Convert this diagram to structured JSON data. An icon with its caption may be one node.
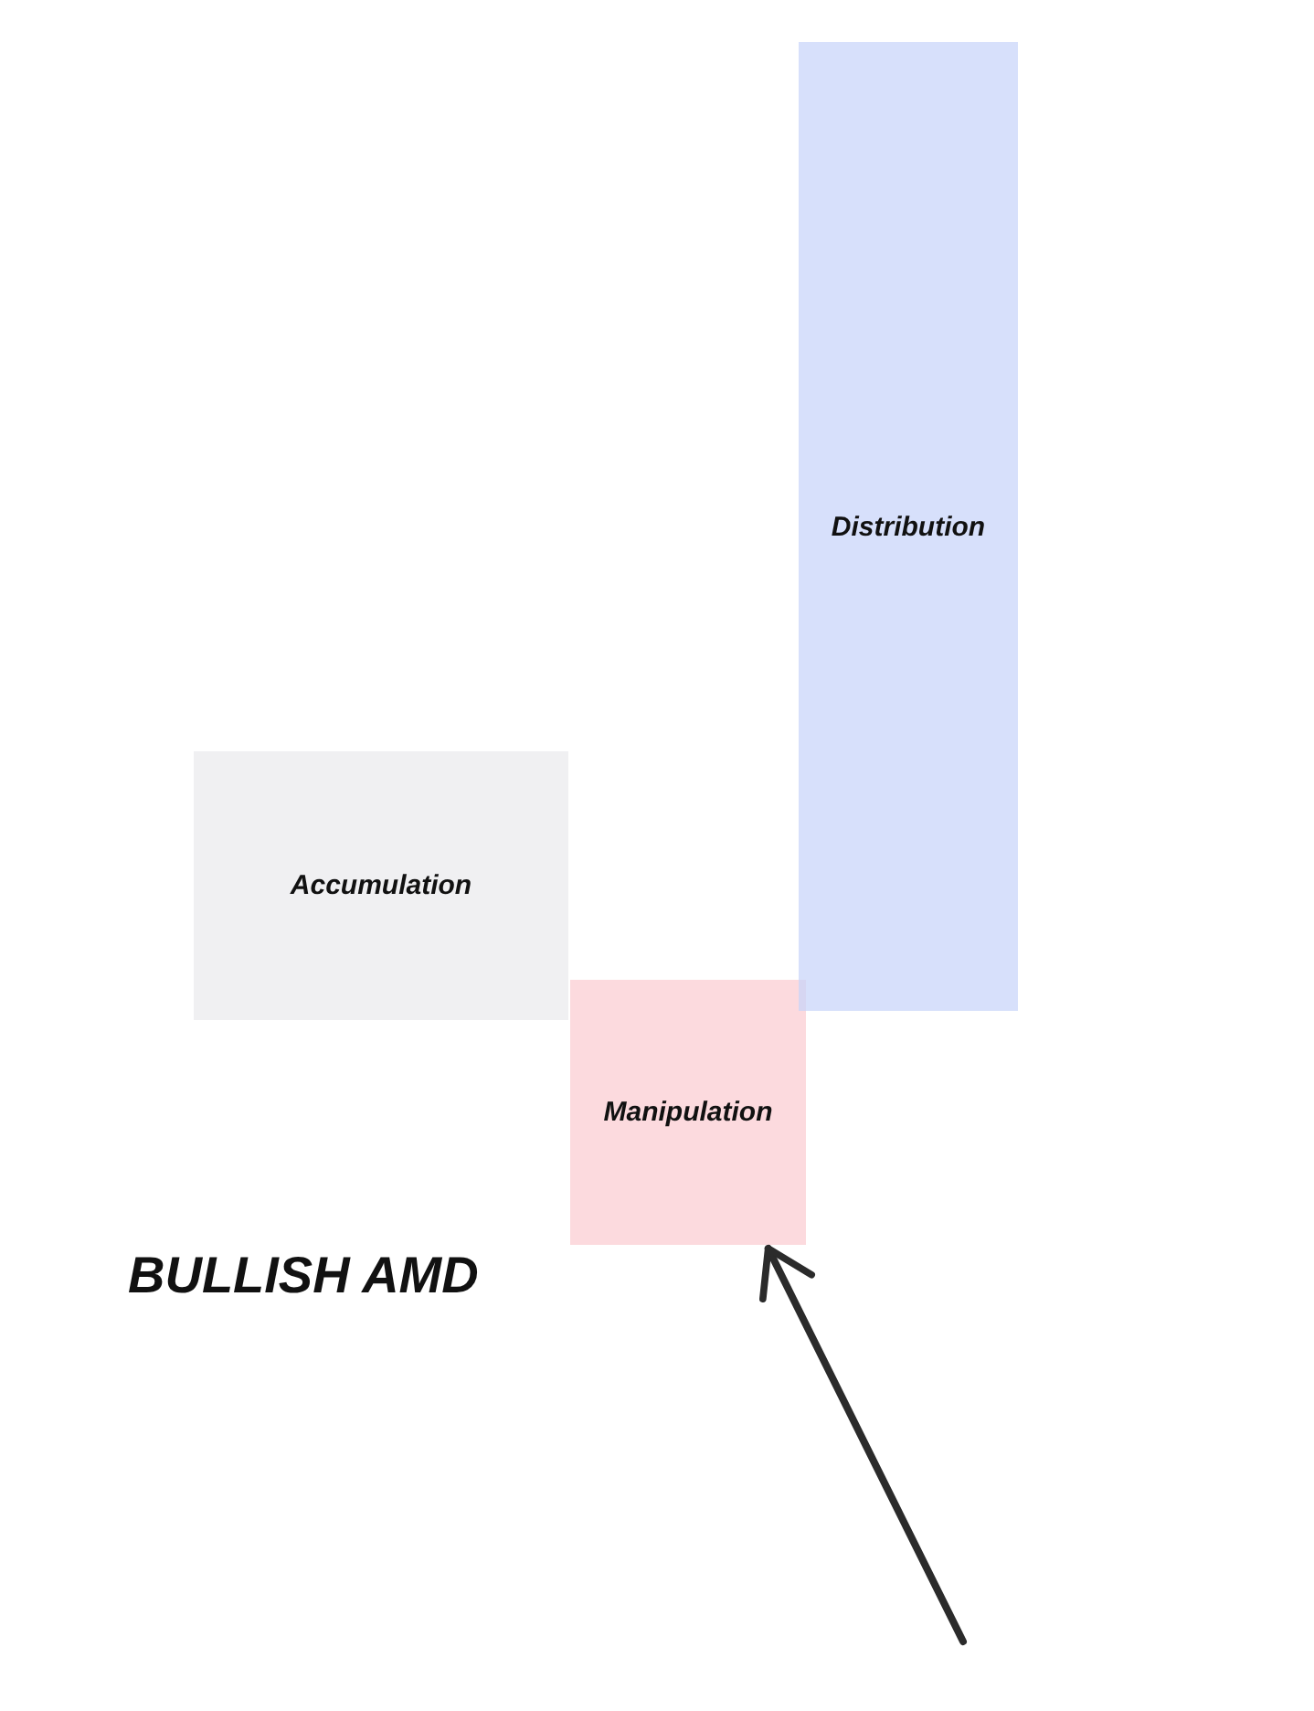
{
  "diagram": {
    "title": "BULLISH AMD",
    "nodes": [
      {
        "text": [
          "Accumulation"
        ]
      },
      {
        "text": [
          "Manipulation"
        ]
      },
      {
        "text": [
          "Distribution"
        ]
      }
    ],
    "edges": [
      {
        "from": null,
        "to": 1,
        "arrow": "to"
      }
    ]
  }
}
